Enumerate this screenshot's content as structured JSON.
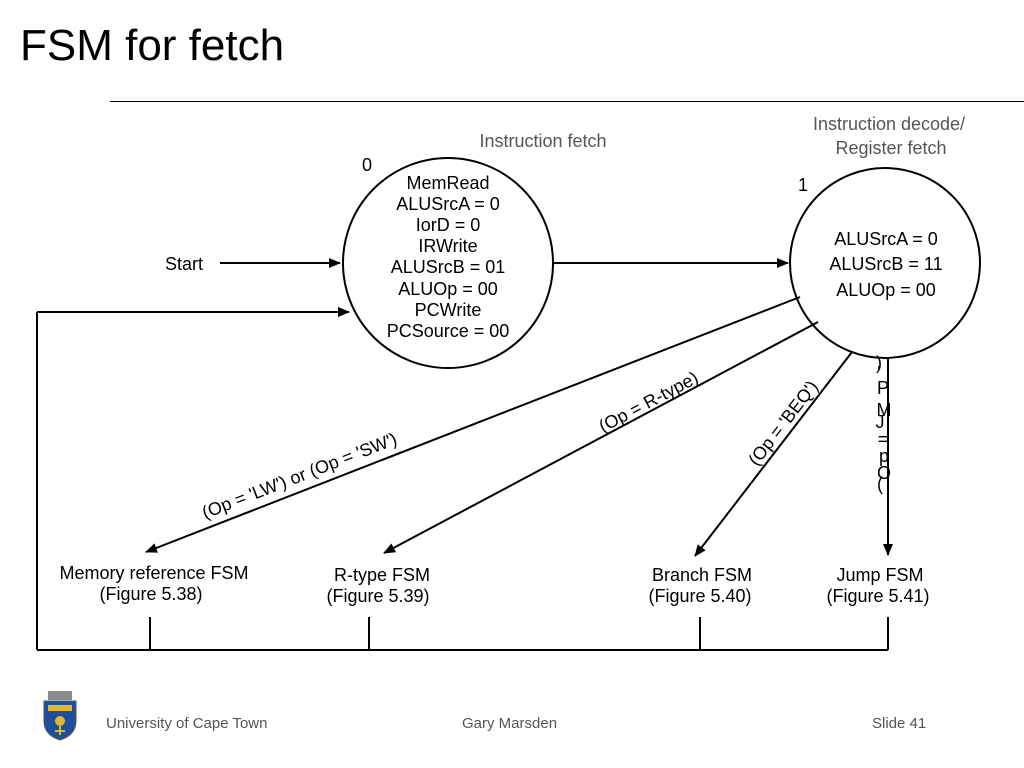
{
  "slide": {
    "title": "FSM for fetch"
  },
  "diagram": {
    "state0": {
      "number": "0",
      "heading": "Instruction fetch",
      "lines": [
        "MemRead",
        "ALUSrcA = 0",
        "IorD = 0",
        "IRWrite",
        "ALUSrcB = 01",
        "ALUOp = 00",
        "PCWrite",
        "PCSource = 00"
      ]
    },
    "state1": {
      "number": "1",
      "heading_line1": "Instruction decode/",
      "heading_line2": "Register fetch",
      "lines": [
        "ALUSrcA = 0",
        "ALUSrcB = 11",
        "ALUOp = 00"
      ]
    },
    "start_label": "Start",
    "conditions": {
      "mem": "(Op = 'LW') or (Op = 'SW')",
      "rtype": "(Op = R-type)",
      "branch": "(Op = 'BEQ')",
      "jump_chars": [
        "(",
        "O",
        "p",
        "=",
        "J",
        "M",
        "P",
        "'",
        ")"
      ]
    },
    "targets": [
      {
        "name": "Memory reference FSM",
        "figure": "(Figure 5.38)"
      },
      {
        "name": "R-type FSM",
        "figure": "(Figure 5.39)"
      },
      {
        "name": "Branch FSM",
        "figure": "(Figure 5.40)"
      },
      {
        "name": "Jump FSM",
        "figure": "(Figure 5.41)"
      }
    ]
  },
  "footer": {
    "institution": "University of Cape Town",
    "author": "Gary Marsden",
    "slide_number": "Slide 41"
  },
  "colors": {
    "heading_gray": "#555555",
    "footer_gray": "#555555",
    "logo_blue": "#1f4e9c",
    "logo_gold": "#e0b830"
  }
}
